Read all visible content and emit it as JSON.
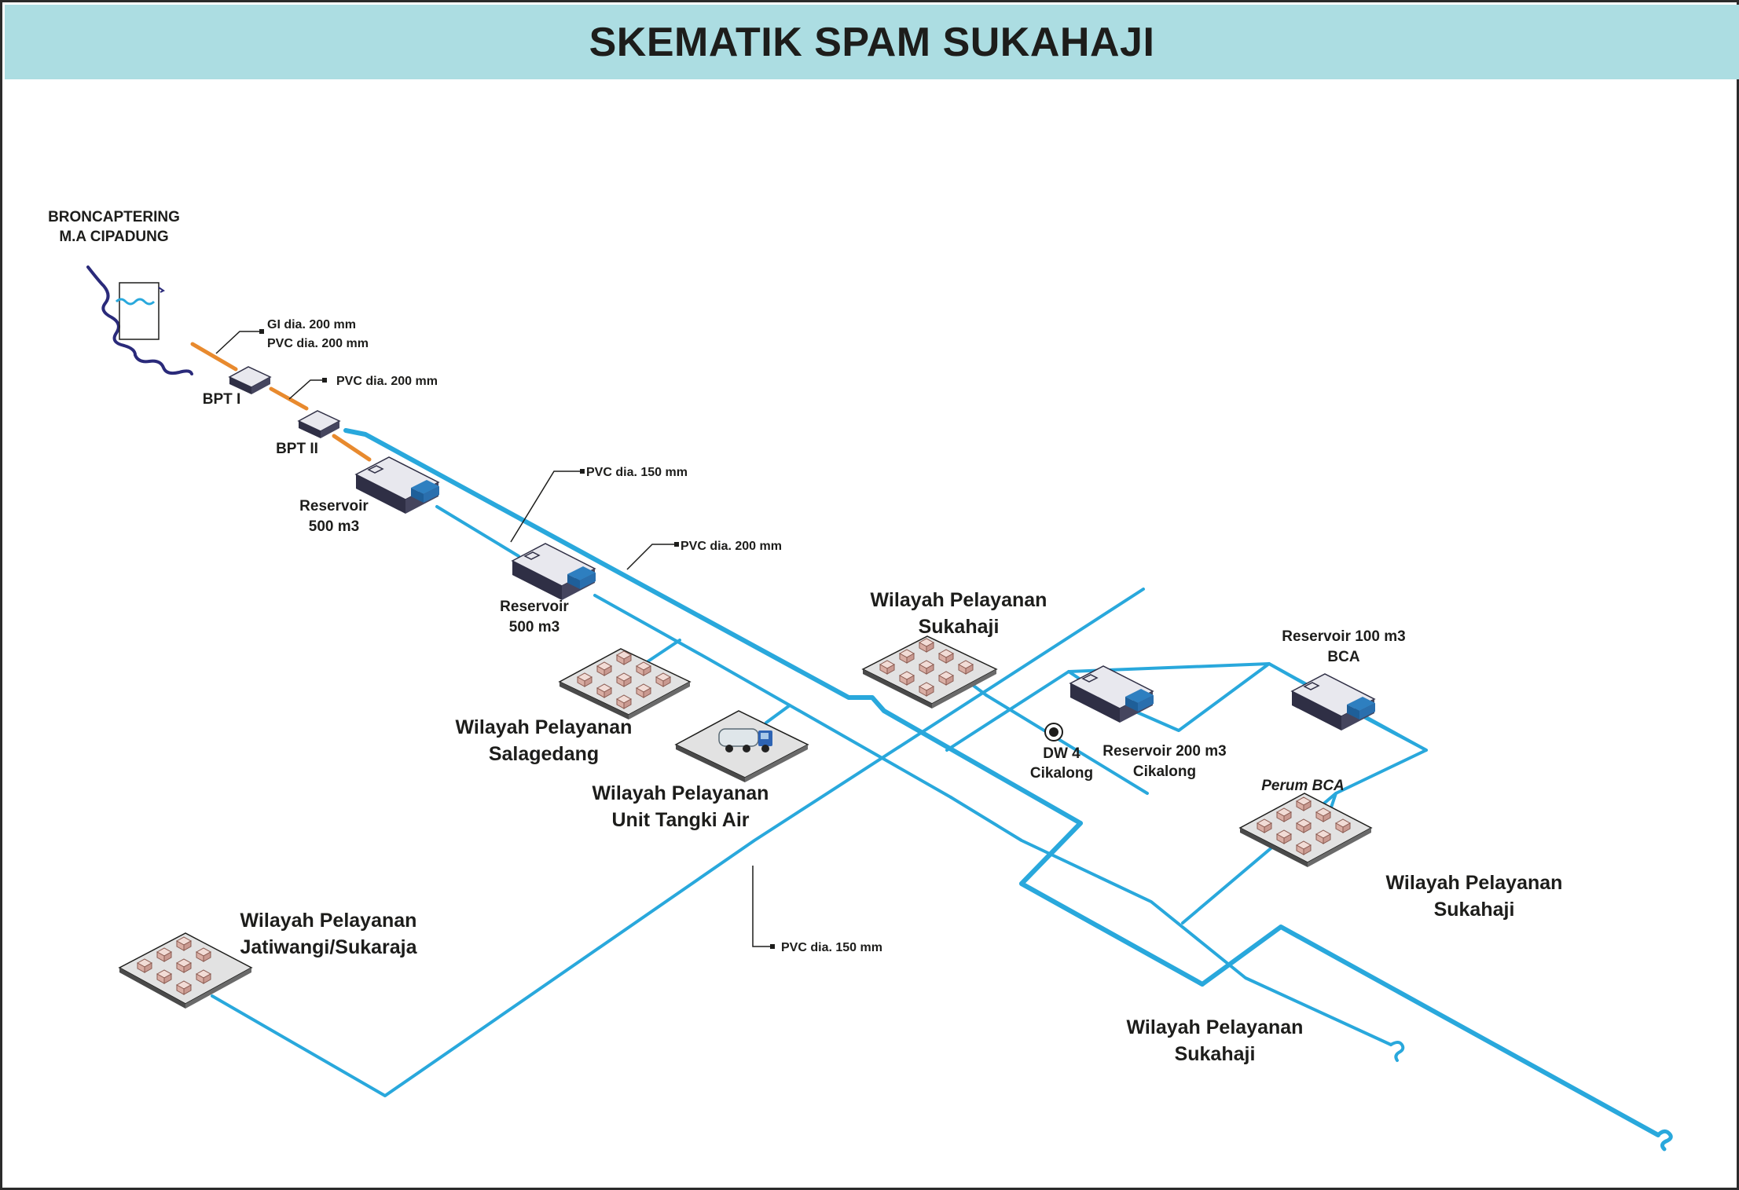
{
  "title": "SKEMATIK SPAM SUKAHAJI",
  "colors": {
    "pipe_main": "#29a8dc",
    "pipe_transmission": "#e88a2e",
    "river": "#2a2a7a",
    "tank_side": "#2f2f45",
    "tank_top": "#e8e8ee",
    "tank_accent": "#2e7fc0",
    "area_fill": "#e2e2e2",
    "house_fill": "#e6c7c0",
    "header_bg": "#acdde2"
  },
  "labels": {
    "source_line1": "BRONCAPTERING",
    "source_line2": "M.A CIPADUNG",
    "pipe_gi_200": "GI dia. 200 mm",
    "pipe_pvc_200_a": "PVC dia. 200 mm",
    "pipe_pvc_200_b": "PVC dia. 200 mm",
    "pipe_pvc_150_a": "PVC dia. 150 mm",
    "pipe_pvc_200_c": "PVC dia. 200 mm",
    "pipe_pvc_150_b": "PVC dia. 150 mm",
    "bpt1": "BPT I",
    "bpt2": "BPT II",
    "res1_line1": "Reservoir",
    "res1_line2": "500 m3",
    "res2_line1": "Reservoir",
    "res2_line2": "500 m3",
    "res3_line1": "Reservoir 200 m3",
    "res3_line2": "Cikalong",
    "res4_line1": "Reservoir 100 m3",
    "res4_line2": "BCA",
    "dw_line1": "DW 4",
    "dw_line2": "Cikalong",
    "perum": "Perum BCA",
    "area_sukahaji_top_1": "Wilayah Pelayanan",
    "area_sukahaji_top_2": "Sukahaji",
    "area_salagedang_1": "Wilayah Pelayanan",
    "area_salagedang_2": "Salagedang",
    "area_tangki_1": "Wilayah Pelayanan",
    "area_tangki_2": "Unit Tangki Air",
    "area_jatiwangi_1": "Wilayah Pelayanan",
    "area_jatiwangi_2": "Jatiwangi/Sukaraja",
    "area_sukahaji_right_1": "Wilayah Pelayanan",
    "area_sukahaji_right_2": "Sukahaji",
    "area_sukahaji_bottom_1": "Wilayah Pelayanan",
    "area_sukahaji_bottom_2": "Sukahaji"
  }
}
